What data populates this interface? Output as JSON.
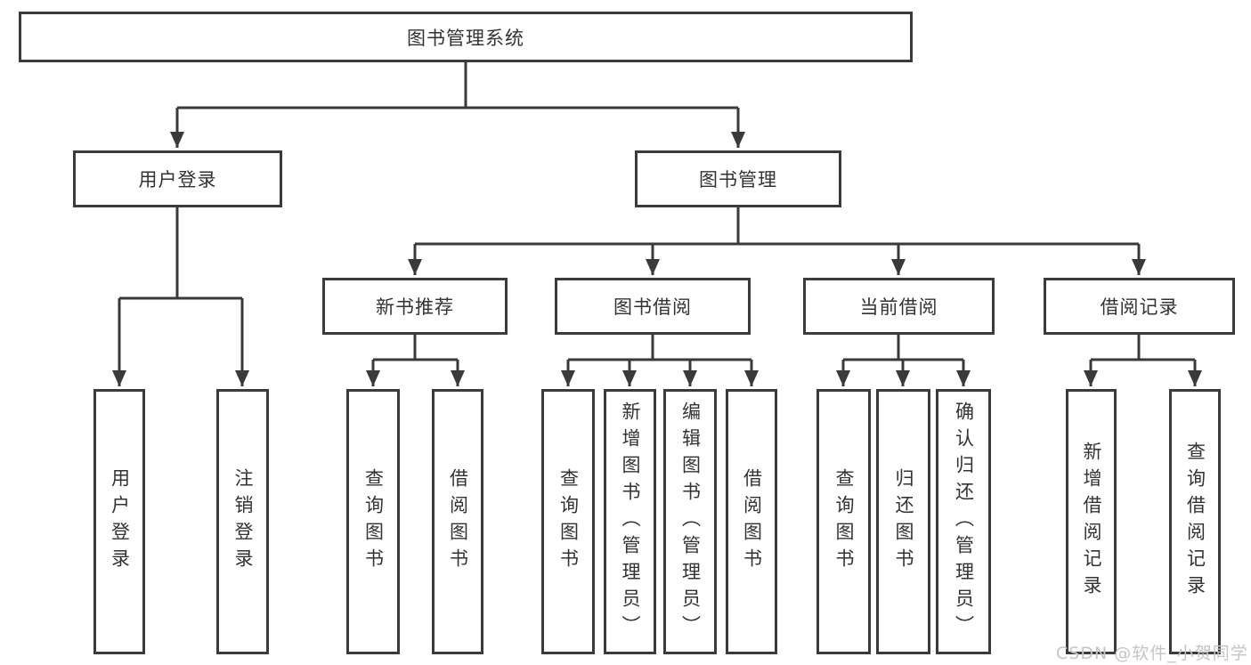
{
  "diagram": {
    "root": {
      "label": "图书管理系统"
    },
    "branches": [
      {
        "label": "用户登录",
        "leaves": [
          {
            "label": "用户登录"
          },
          {
            "label": "注销登录"
          }
        ]
      },
      {
        "label": "图书管理",
        "groups": [
          {
            "label": "新书推荐",
            "leaves": [
              {
                "label": "查询图书"
              },
              {
                "label": "借阅图书"
              }
            ]
          },
          {
            "label": "图书借阅",
            "leaves": [
              {
                "label": "查询图书"
              },
              {
                "label": "新增图书（管理员）"
              },
              {
                "label": "编辑图书（管理员）"
              },
              {
                "label": "借阅图书"
              }
            ]
          },
          {
            "label": "当前借阅",
            "leaves": [
              {
                "label": "查询图书"
              },
              {
                "label": "归还图书"
              },
              {
                "label": "确认归还（管理员）"
              }
            ]
          },
          {
            "label": "借阅记录",
            "leaves": [
              {
                "label": "新增借阅记录"
              },
              {
                "label": "查询借阅记录"
              }
            ]
          }
        ]
      }
    ]
  },
  "watermark": {
    "text": "CSDN @软件_小贺同学"
  },
  "colors": {
    "line": "#3a3a3a",
    "box_border": "#3b3b3b",
    "box_fill": "#ffffff",
    "text": "#333333",
    "watermark": "#c5c5c5",
    "background": "#ffffff"
  }
}
